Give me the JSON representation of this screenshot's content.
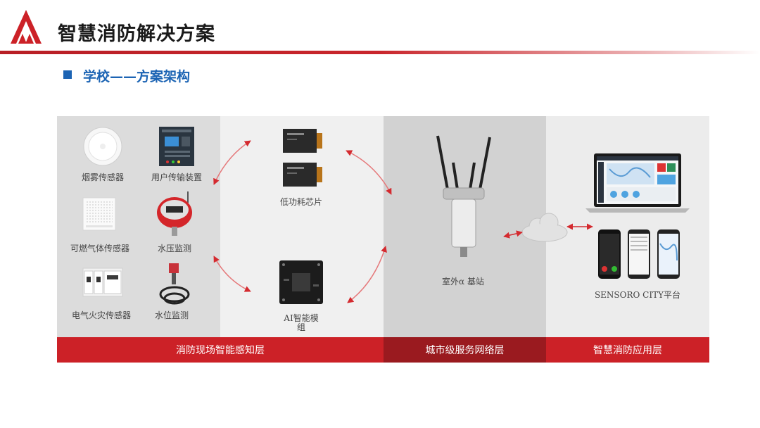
{
  "header": {
    "title": "智慧消防解决方案",
    "section_title": "学校——方案架构"
  },
  "colors": {
    "brand_red": "#cc2127",
    "dark_red": "#9a1a1f",
    "accent_blue": "#1c64b4"
  },
  "devices": {
    "smoke": "烟雾传感器",
    "user_transmitter": "用户传输装置",
    "gas": "可燃气体传感器",
    "water_pressure": "水压监测",
    "electrical_fire": "电气火灾传感器",
    "water_level": "水位监测",
    "chip": "低功耗芯片",
    "ai_module": "AI智能模\n组",
    "base_station": "室外α 基站",
    "platform": "SENSORO CITY平台"
  },
  "bands": {
    "perception": "消防现场智能感知层",
    "network": "城市级服务网络层",
    "application": "智慧消防应用层"
  }
}
